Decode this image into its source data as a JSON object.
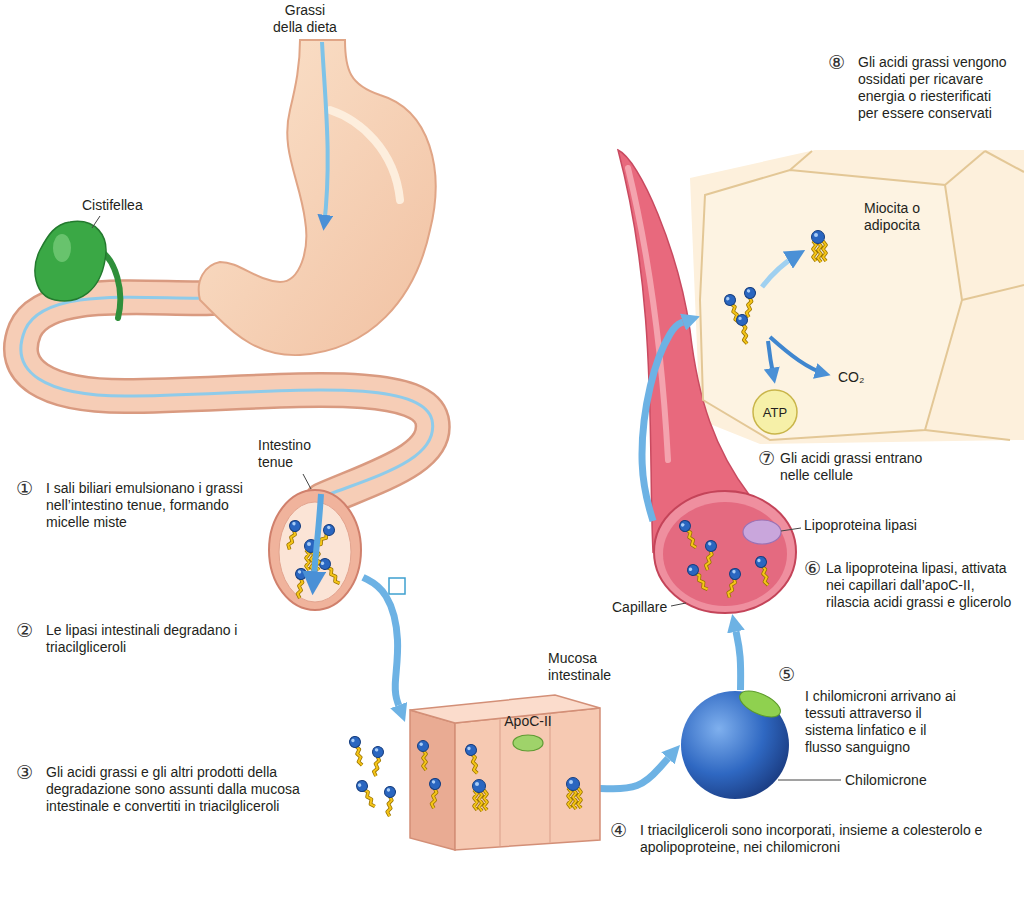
{
  "diagram": {
    "nodes": [
      {
        "text": [
          "Intestino tenue"
        ]
      },
      {
        "text": [
          "Mucosa intestinale"
        ]
      },
      {
        "text": [
          "ApoC-II"
        ],
        "in": 1
      },
      {
        "text": [
          "Chilomicrone"
        ]
      },
      {
        "text": [
          "Capillare"
        ]
      },
      {
        "text": [
          "Lipoproteina lipasi"
        ],
        "in": 4
      },
      {
        "text": [
          "Miocita o adipocita"
        ]
      },
      {
        "text": [
          "ATP"
        ],
        "in": 6
      }
    ],
    "edges": [
      {
        "from": 0,
        "to": 1,
        "arrow": "to"
      },
      {
        "from": 1,
        "to": 3,
        "arrow": "to"
      },
      {
        "from": 3,
        "to": 4,
        "arrow": "to"
      },
      {
        "from": 4,
        "to": 6,
        "arrow": "to"
      }
    ],
    "labels": [
      "Grassi della dieta",
      "Cistifellea",
      "①",
      "I sali biliari emulsionano i grassi nell’intestino tenue, formando micelle miste",
      "②",
      "Le lipasi intestinali degradano i triacilgliceroli",
      "③",
      "Gli acidi grassi e gli altri prodotti della degradazione sono assunti dalla mucosa intestinale e convertiti in triacilgliceroli",
      "④",
      "I triacilgliceroli sono incorporati, insieme a colesterolo e apolipoproteine, nei chilomicroni",
      "⑤",
      "I chilomicroni arrivano ai tessuti attraverso il sistema linfatico e il flusso sanguigno",
      "⑥",
      "La lipoproteina lipasi, attivata nei capillari dall’apoC-II, rilascia acidi grassi e glicerolo",
      "⑦",
      "Gli acidi grassi entrano nelle cellule",
      "⑧",
      "Gli acidi grassi vengono ossidati per ricavare energia o riesterificati per essere conservati",
      "CO₂"
    ]
  }
}
